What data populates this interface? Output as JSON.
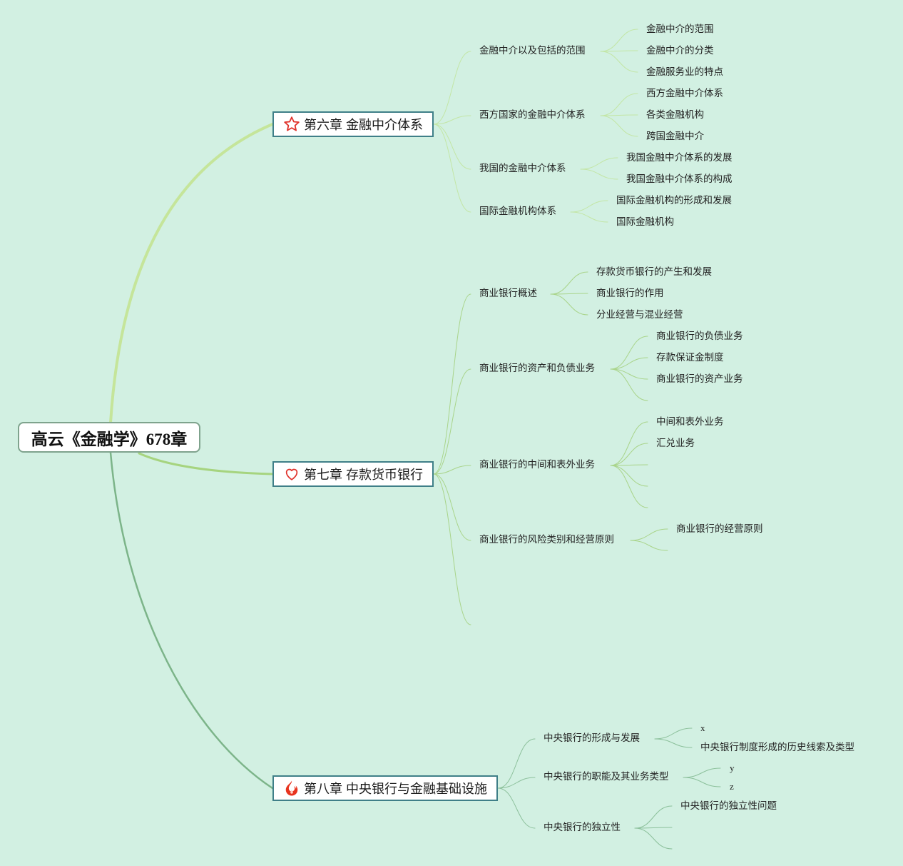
{
  "root": {
    "title": "高云《金融学》678章"
  },
  "colors": {
    "background": "#d2f0e2",
    "branch1": "#c5e59a",
    "branch2": "#a6d47f",
    "branch3": "#7cb489",
    "chapter_border": "#3f7f88"
  },
  "chapters": [
    {
      "icon": "star-icon",
      "label": "第六章 金融中介体系",
      "subs": [
        {
          "label": "金融中介以及包括的范围",
          "leaves": [
            "金融中介的范围",
            "金融中介的分类",
            "金融服务业的特点"
          ]
        },
        {
          "label": "西方国家的金融中介体系",
          "leaves": [
            "西方金融中介体系",
            "各类金融机构",
            "跨国金融中介"
          ]
        },
        {
          "label": "我国的金融中介体系",
          "leaves": [
            "我国金融中介体系的发展",
            "我国金融中介体系的构成"
          ]
        },
        {
          "label": "国际金融机构体系",
          "leaves": [
            "国际金融机构的形成和发展",
            "国际金融机构"
          ]
        }
      ]
    },
    {
      "icon": "heart-icon",
      "label": "第七章 存款货币银行",
      "subs": [
        {
          "label": "商业银行概述",
          "leaves": [
            "存款货币银行的产生和发展",
            "商业银行的作用",
            "分业经营与混业经营"
          ]
        },
        {
          "label": "商业银行的资产和负债业务",
          "leaves": [
            "商业银行的负债业务",
            "存款保证金制度",
            "商业银行的资产业务",
            ""
          ]
        },
        {
          "label": "商业银行的中间和表外业务",
          "leaves": [
            "中间和表外业务",
            "汇兑业务",
            "",
            "",
            ""
          ]
        },
        {
          "label": "商业银行的风险类别和经营原则",
          "leaves": [
            "商业银行的经营原则",
            ""
          ]
        }
      ]
    },
    {
      "icon": "fire-icon",
      "label": "第八章 中央银行与金融基础设施",
      "subs": [
        {
          "label": "中央银行的形成与发展",
          "leaves": [
            "x",
            "中央银行制度形成的历史线索及类型"
          ]
        },
        {
          "label": "中央银行的职能及其业务类型",
          "leaves": [
            "y",
            "z"
          ]
        },
        {
          "label": "中央银行的独立性",
          "leaves": [
            "中央银行的独立性问题",
            "",
            ""
          ]
        }
      ]
    }
  ]
}
